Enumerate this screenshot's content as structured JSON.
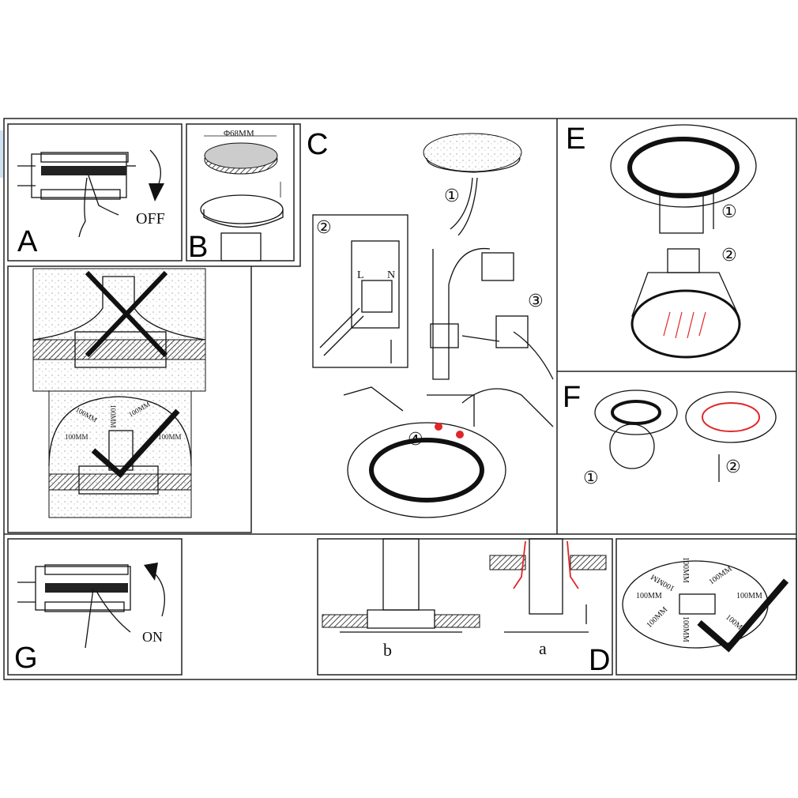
{
  "panels": {
    "a": {
      "letter": "A",
      "label": "OFF"
    },
    "b": {
      "letter": "B",
      "diameter": "Φ68MM"
    },
    "c": {
      "letter": "C",
      "step1": "①",
      "step2": "②",
      "step3": "③",
      "step4": "④",
      "terminal_l": "L",
      "terminal_n": "N"
    },
    "e": {
      "letter": "E",
      "step1": "①",
      "step2": "②"
    },
    "f": {
      "letter": "F",
      "step1": "①",
      "step2": "②"
    },
    "clearance": {
      "top": "100MM",
      "top_left": "100MM",
      "top_right": "100MM",
      "left": "100MM",
      "right": "100MM"
    },
    "g": {
      "letter": "G",
      "label": "ON"
    },
    "d": {
      "letter": "D",
      "label_b": "b",
      "label_a": "a"
    },
    "spacing": {
      "top": "100MM",
      "top_left": "100MM",
      "top_right": "100MM",
      "left": "100MM",
      "right": "100MM",
      "bottom": "100MM",
      "bottom_left": "100MM",
      "bottom_right": "100M"
    }
  },
  "colors": {
    "accent": "#e0262a",
    "line": "#111111"
  }
}
